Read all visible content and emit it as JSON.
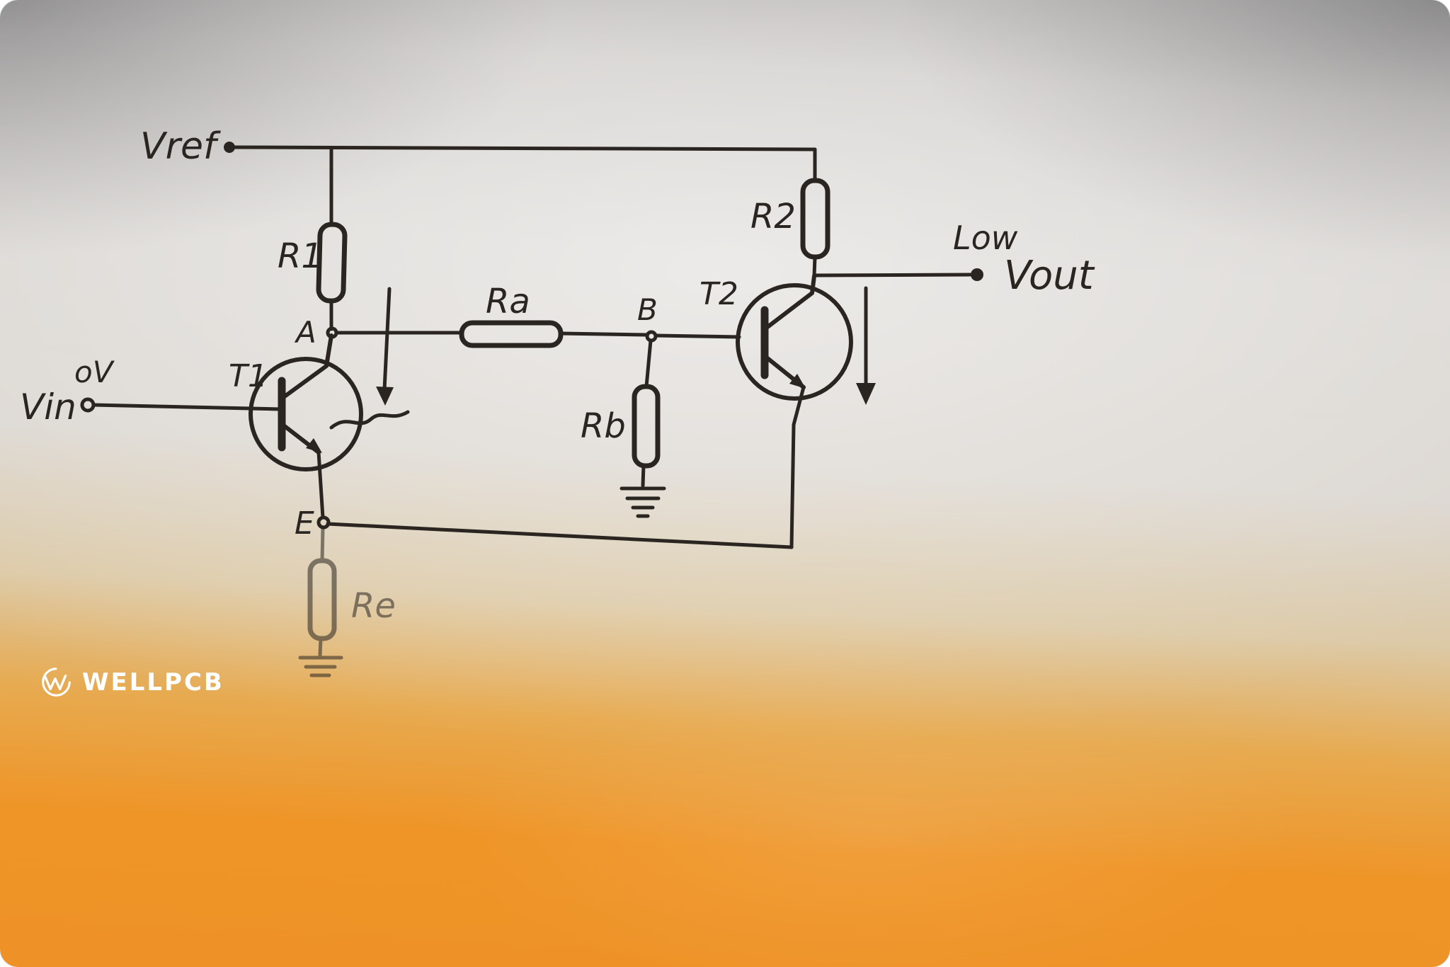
{
  "labels": {
    "vref": "Vref",
    "vin": "Vin",
    "vin_terminal": "oV",
    "low": "Low",
    "vout": "Vout",
    "r1": "R1",
    "r2": "R2",
    "ra": "Ra",
    "rb": "Rb",
    "re": "Re",
    "t1": "T1",
    "t2": "T2",
    "node_a": "A",
    "node_b": "B",
    "node_e": "E"
  },
  "watermark": {
    "brand": "WELLPCB"
  },
  "colors": {
    "ink": "#2a2520",
    "paper": "#d7d4d0",
    "orange": "#ec9227",
    "watermark": "#ffffff"
  }
}
